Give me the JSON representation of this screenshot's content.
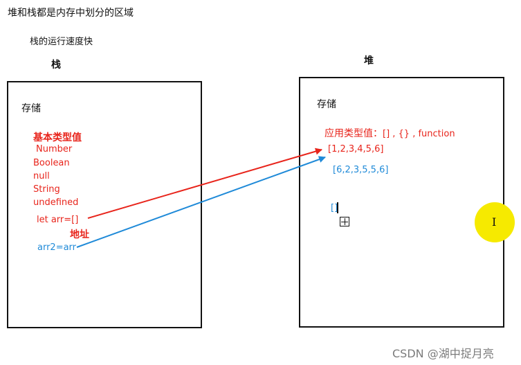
{
  "header": {
    "title": "堆和栈都是内存中划分的区域",
    "subtitle": "栈的运行速度快"
  },
  "stack": {
    "label": "栈",
    "store_label": "存储",
    "primitive_title": "基本类型值",
    "primitive_types": [
      "Number",
      "Boolean",
      "null",
      "String",
      "undefined"
    ],
    "let_statement": "let arr=[]",
    "address_label": "地址",
    "arr2_statement": "arr2=arr"
  },
  "heap": {
    "label": "堆",
    "store_label": "存储",
    "reference_title": "应用类型值：",
    "reference_types": "[] , {} , function",
    "array_1": "[1,2,3,4,5,6]",
    "array_2": "[6,2,3,5,5,6]",
    "empty_array": "[]"
  },
  "cursor": {
    "ibeam_glyph": "I",
    "icon": "move-cursor-icon"
  },
  "watermark": "CSDN @湖中捉月亮",
  "colors": {
    "red": "#e8241b",
    "blue": "#1f8ad8",
    "highlight": "#f6ea00",
    "border": "#111111"
  }
}
